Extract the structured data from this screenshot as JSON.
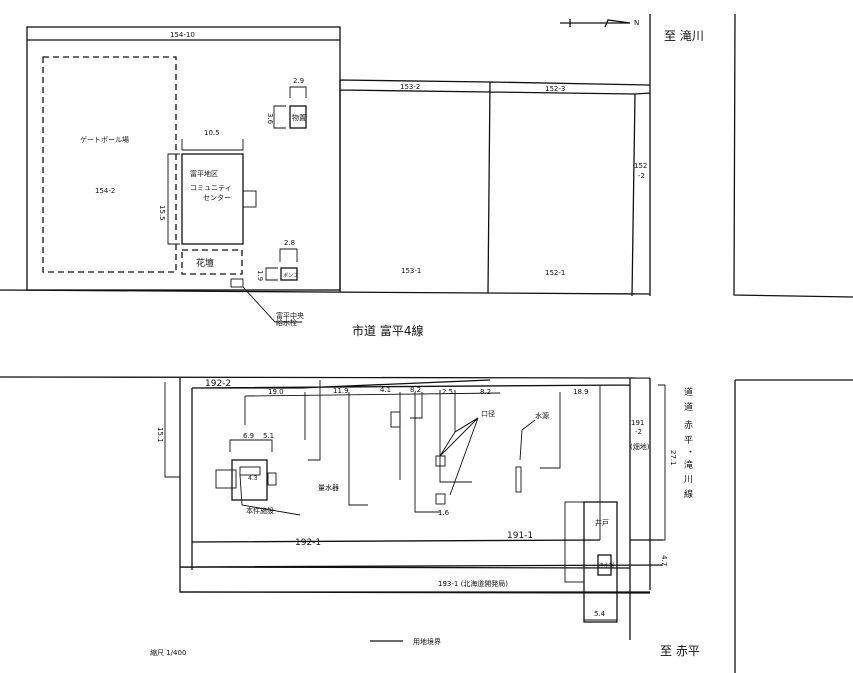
{
  "top": {
    "lot_154_10": "154-10",
    "gateball": "ゲートボール場",
    "lot_154_2": "154-2",
    "dim_15_5": "15.5",
    "dim_10_5": "10.5",
    "center_line1": "富平地区",
    "center_line2": "コミュニティ",
    "center_line3": "センター",
    "flowerbed": "花壇",
    "dim_2_9": "2.9",
    "dim_3_6": "3.6",
    "shed": "物置",
    "dim_2_8": "2.8",
    "dim_1_9": "1.9",
    "pump": "ポンプ",
    "tap_label1": "富平中央",
    "tap_label2": "給水栓",
    "lot_153_2": "153-2",
    "lot_152_3": "152-3",
    "lot_152_2a": "152",
    "lot_152_2b": "-2",
    "lot_153_1": "153-1",
    "lot_152_1": "152-1",
    "north": "N",
    "to_takikawa": "至 滝川",
    "road": "市道 富平4線"
  },
  "bottom": {
    "lot_192_2": "192-2",
    "dim_19_0": "19.0",
    "dim_11_9": "11.9",
    "dim_4_1": "4.1",
    "dim_8_2a": "8.2",
    "dim_2_5": "2.5",
    "dim_8_2b": "8.2",
    "dim_18_9": "18.9",
    "dim_15_1": "15.1",
    "dim_6_9": "6.9",
    "dim_5_1": "5.1",
    "dim_4_3": "4.3",
    "dim_1_6": "1.6",
    "dim_4_7": "4.7",
    "dim_27_1": "27.1",
    "dim_5_4": "5.4",
    "facility": "本件施設",
    "valve": "口径",
    "source": "水源",
    "meter_label": "量水器",
    "lot_192_1": "192-1",
    "lot_191_1": "191-1",
    "lot_191_2a": "191",
    "lot_191_2b": "-2",
    "lot_191_2c": "(畑地)",
    "lot_193_1": "193-1 (北海道開発局)",
    "well": "井戸",
    "purify": "浄水場",
    "road": [
      "道",
      "道",
      "赤",
      "平",
      "・",
      "滝",
      "川",
      "線"
    ],
    "to_akabira": "至 赤平",
    "scale": "縮尺 1/400",
    "legend": "用地境界"
  }
}
